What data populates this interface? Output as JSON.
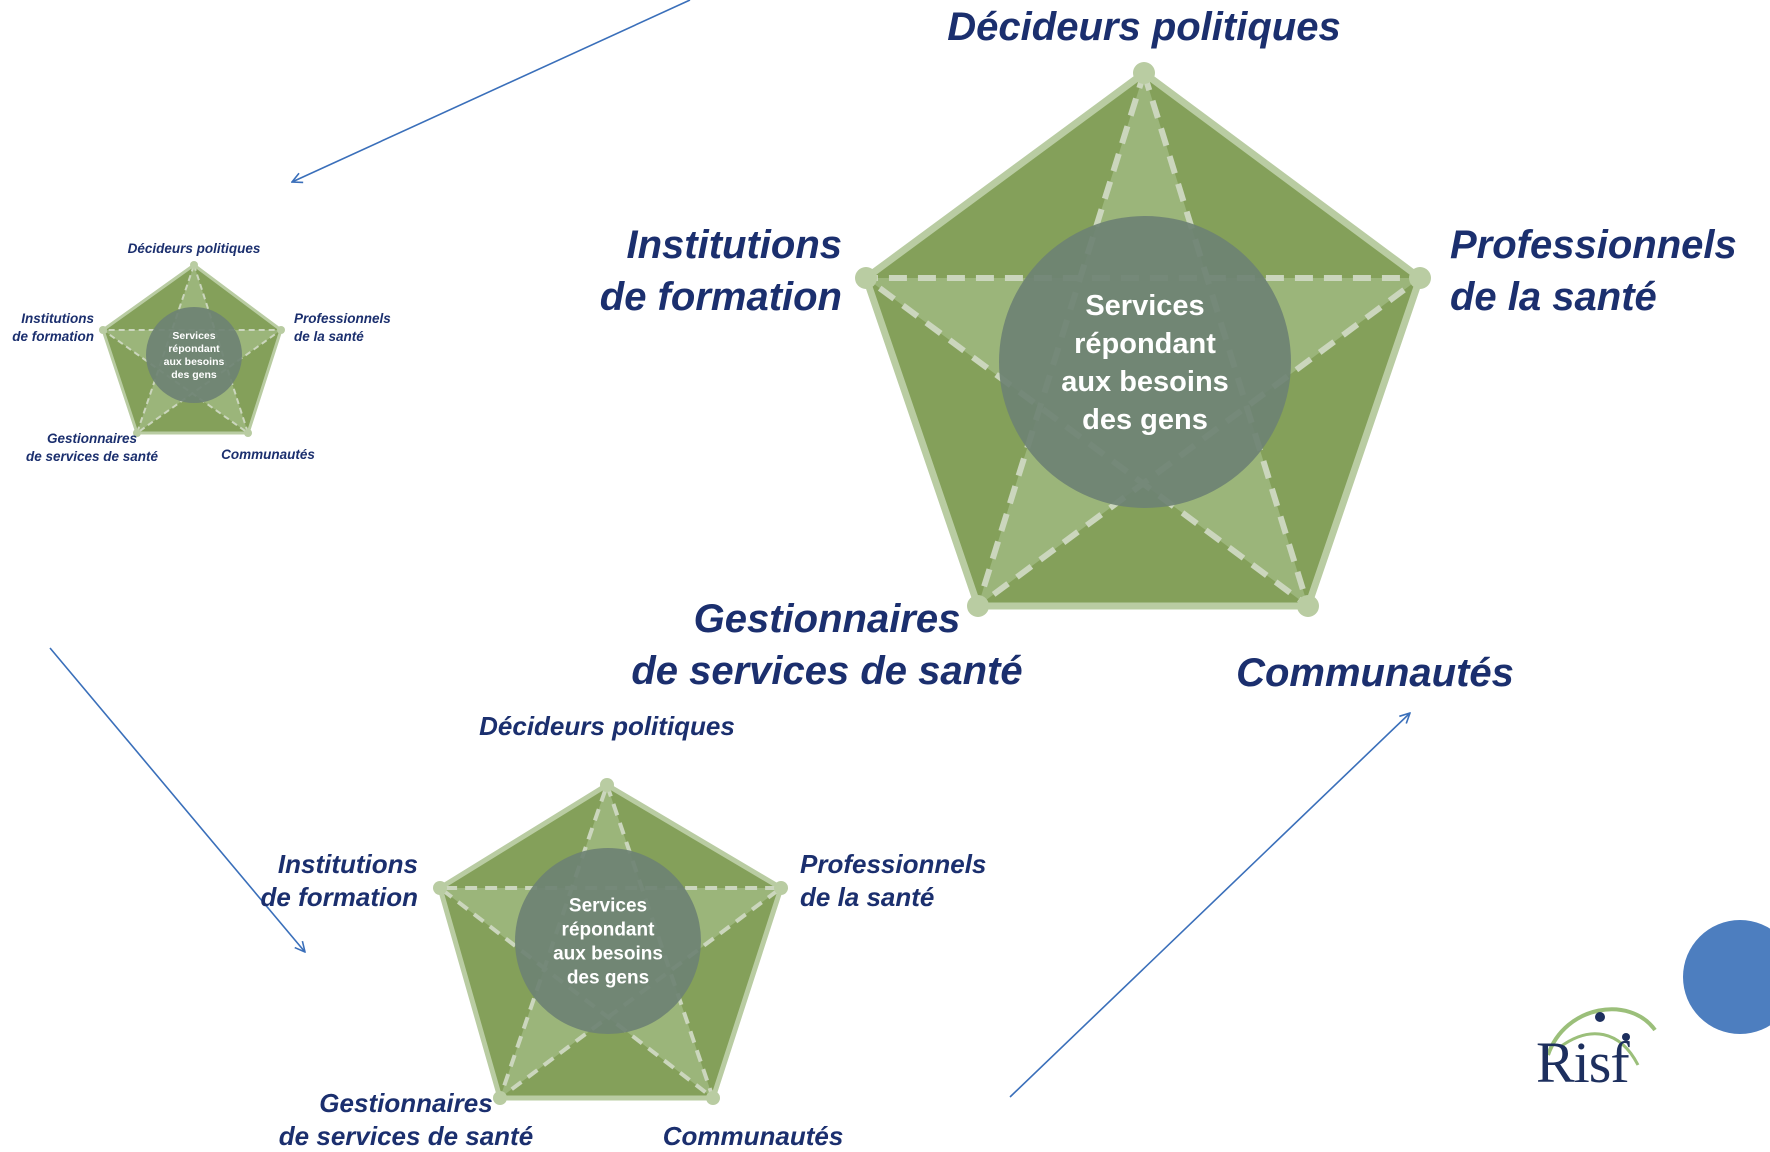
{
  "colors": {
    "pentagon_fill": "#84a05a",
    "pentagon_stroke": "#b9cca2",
    "star_fill": "#9bb57a",
    "star_stroke": "#cbd6bd",
    "center_circle": "#6e8273",
    "label_text": "#1b2f6e",
    "center_text": "#ffffff",
    "arrow": "#3a6fba",
    "decor_circle": "#4d7ebf",
    "logo_text": "#1d2f5e"
  },
  "diagrams": [
    {
      "id": "large",
      "vertices": {
        "top": "Décideurs politiques",
        "left": [
          "Institutions",
          "de formation"
        ],
        "right": [
          "Professionnels",
          "de la santé"
        ],
        "bottom_left": [
          "Gestionnaires",
          "de services de santé"
        ],
        "bottom_right": "Communautés"
      },
      "center": [
        "Services",
        "répondant",
        "aux besoins",
        "des gens"
      ]
    },
    {
      "id": "small",
      "vertices": {
        "top": "Décideurs politiques",
        "left": [
          "Institutions",
          "de formation"
        ],
        "right": [
          "Professionnels",
          "de la santé"
        ],
        "bottom_left": [
          "Gestionnaires",
          "de services de santé"
        ],
        "bottom_right": "Communautés"
      },
      "center": [
        "Services",
        "répondant",
        "aux besoins",
        "des gens"
      ]
    },
    {
      "id": "medium",
      "vertices": {
        "top": "Décideurs politiques",
        "left": [
          "Institutions",
          "de formation"
        ],
        "right": [
          "Professionnels",
          "de la santé"
        ],
        "bottom_left": [
          "Gestionnaires",
          "de services de santé"
        ],
        "bottom_right": "Communautés"
      },
      "center": [
        "Services",
        "répondant",
        "aux besoins",
        "des gens"
      ]
    }
  ],
  "logo": {
    "text": "Risf"
  }
}
